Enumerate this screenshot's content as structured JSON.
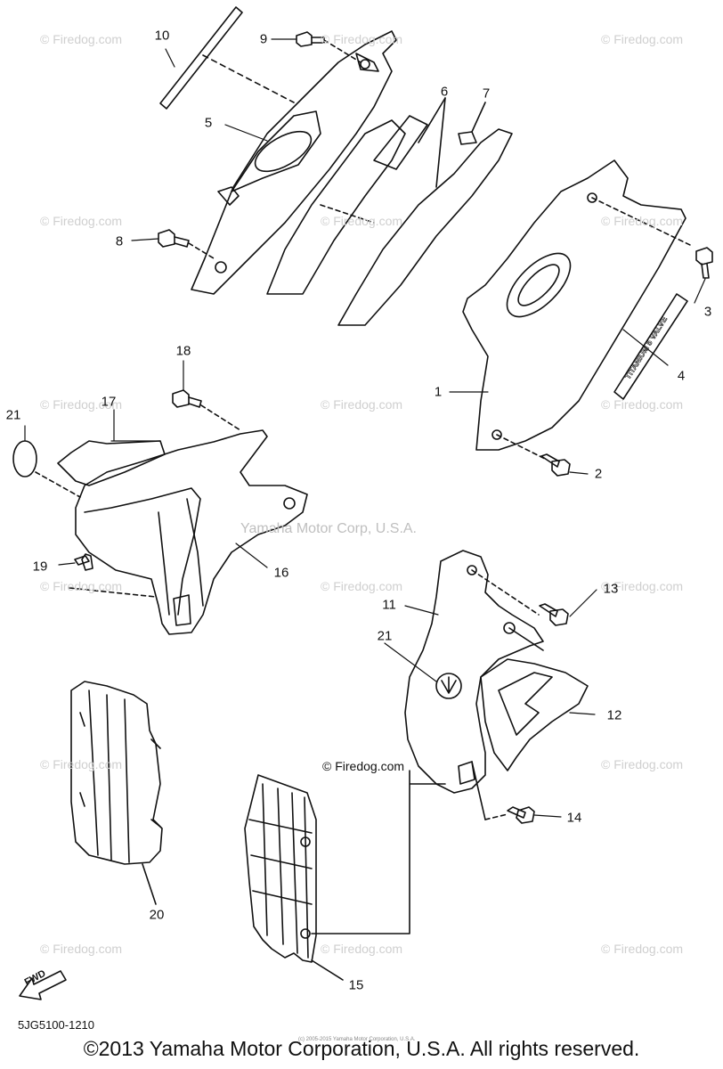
{
  "watermarks": {
    "text": "© Firedog.com",
    "center_text": "Yamaha Motor Corp, U.S.A.",
    "inner_text": "© Firedog.com"
  },
  "callouts": {
    "c1": "1",
    "c2": "2",
    "c3": "3",
    "c4": "4",
    "c5": "5",
    "c6": "6",
    "c7": "7",
    "c8": "8",
    "c9": "9",
    "c10": "10",
    "c11": "11",
    "c12": "12",
    "c13": "13",
    "c14": "14",
    "c15": "15",
    "c16": "16",
    "c17": "17",
    "c18": "18",
    "c19": "19",
    "c20": "20",
    "c21a": "21",
    "c21b": "21"
  },
  "decal_text": "TITANIUM 5 VALVE",
  "fwd_label": "FWD",
  "part_code": "5JG5100-1210",
  "tiny_notice": "(c) 2005-2015 Yamaha Motor Corporation, U.S.A.",
  "copyright": "©2013 Yamaha Motor Corporation, U.S.A. All rights reserved.",
  "colors": {
    "line": "#111111",
    "watermark": "#cfcfcf",
    "background": "#ffffff"
  }
}
